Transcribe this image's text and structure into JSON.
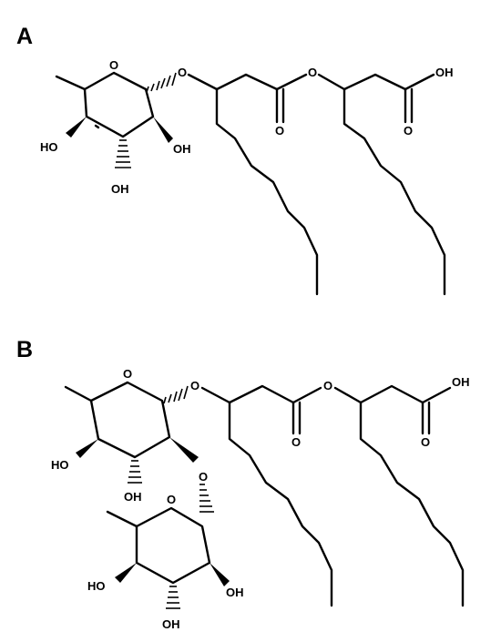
{
  "panels": [
    {
      "label": "A",
      "atoms": {
        "ring_o": "O",
        "glyco_o": "O",
        "ester_o": "O",
        "carbonyl_o1": "O",
        "carbonyl_o2": "O",
        "acid_oh": "OH",
        "oh_4": "HO",
        "oh_2": "OH",
        "oh_3": "OH"
      }
    },
    {
      "label": "B",
      "atoms": {
        "ring_o": "O",
        "glyco_o": "O",
        "ester_o": "O",
        "carbonyl_o1": "O",
        "carbonyl_o2": "O",
        "acid_oh": "OH",
        "oh_4": "HO",
        "oh_3": "OH",
        "link_o": "O",
        "ring2_o": "O",
        "ring2_oh_4": "HO",
        "ring2_oh_2": "OH",
        "ring2_oh_3": "OH"
      }
    }
  ]
}
